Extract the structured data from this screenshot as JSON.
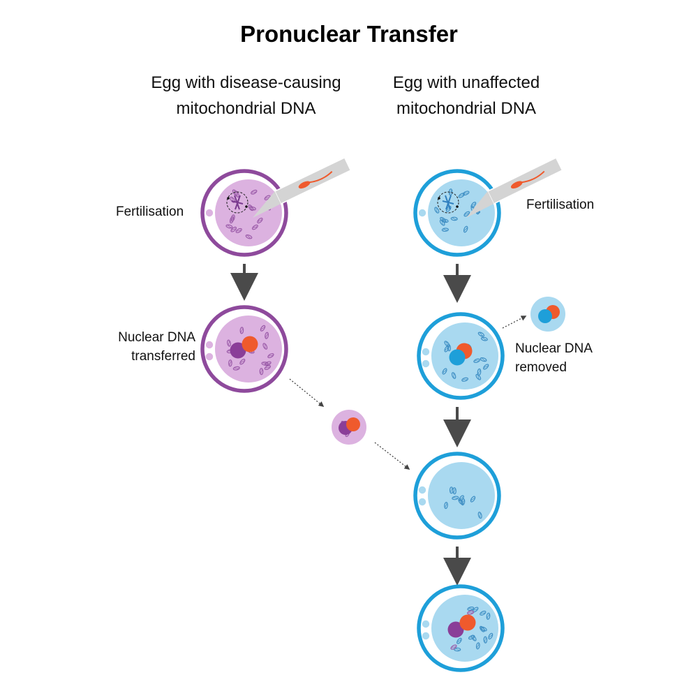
{
  "title": "Pronuclear Transfer",
  "columns": {
    "left": "Egg with disease-causing mitochondrial DNA",
    "right": "Egg with unaffected mitochondrial DNA"
  },
  "labels": {
    "fertilisation_left": "Fertilisation",
    "fertilisation_right": "Fertilisation",
    "nuclear_transferred": "Nuclear DNA transferred",
    "nuclear_removed": "Nuclear DNA removed"
  },
  "colors": {
    "purple_ring": "#8e4a9c",
    "purple_fill": "#dcb2e0",
    "purple_mito": "#9a5aa8",
    "blue_ring": "#1e9fd9",
    "blue_fill": "#a9d9f0",
    "blue_mito": "#3f8fc4",
    "pronucleus_orange": "#ef5a2d",
    "pronucleus_purple": "#8a3e98",
    "pronucleus_blue": "#1e9fd9",
    "arrow": "#4a4a4a",
    "pipette": "#d4d4d4",
    "sperm": "#ef5a2d"
  }
}
